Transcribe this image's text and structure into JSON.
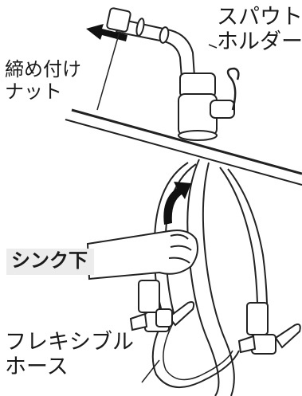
{
  "labels": {
    "spout_holder": [
      "スパウト",
      "ホルダー"
    ],
    "tightening_nut": [
      "締め付け",
      "ナット"
    ],
    "under_sink": "シンク下",
    "flexible_hose": [
      "フレキシブル",
      "ホース"
    ]
  },
  "colors": {
    "stroke": "#222222",
    "arrow_fill": "#111111",
    "label_bg": "#ececec"
  }
}
